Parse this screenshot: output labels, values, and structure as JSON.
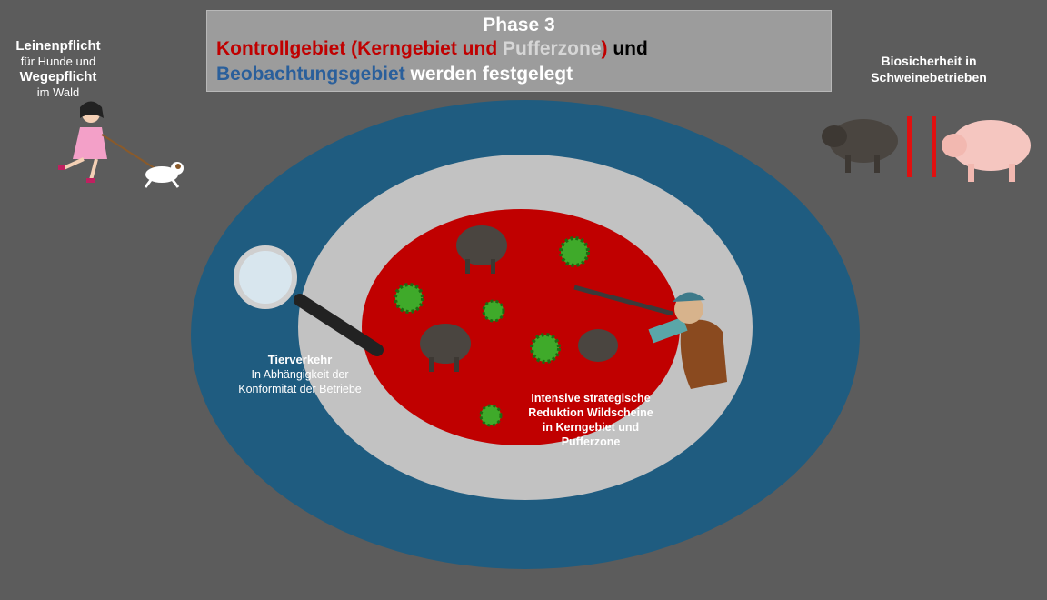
{
  "title": {
    "phase": "Phase 3",
    "line1_part1": "Kontrollgebiet (Kerngebiet und ",
    "line1_part2": "Pufferzone",
    "line1_part3": ")",
    "line1_part4": " und",
    "line2_part1": "Beobachtungsgebiet",
    "line2_part2": " werden festgelegt"
  },
  "left_note": {
    "l1": "Leinenpflicht",
    "l2": "für Hunde und",
    "l3": "Wegepflicht",
    "l4": "im Wald"
  },
  "right_note": {
    "l1": "Biosicherheit in",
    "l2": "Schweinebetrieben"
  },
  "zone_labels": {
    "tierverkehr_title": "Tierverkehr",
    "tierverkehr_l1": "In Abhängigkeit der",
    "tierverkehr_l2": "Konformität der Betriebe",
    "reduction_l1": "Intensive strategische",
    "reduction_l2": "Reduktion Wildscheine",
    "reduction_l3": "in Kerngebiet und",
    "reduction_l4": "Pufferzone"
  },
  "colors": {
    "background": "#5c5c5c",
    "observation_zone": "#1f5c80",
    "buffer_zone": "#c0c0c0",
    "core_zone": "#c00000",
    "virus": "#3faa2a",
    "barrier": "#e01010"
  },
  "icons": [
    "girl-walking-dog-icon",
    "wild-boar-icon",
    "domestic-pig-icon",
    "magnifier-icon",
    "hunter-icon",
    "virus-icon",
    "barrier-line-icon"
  ]
}
